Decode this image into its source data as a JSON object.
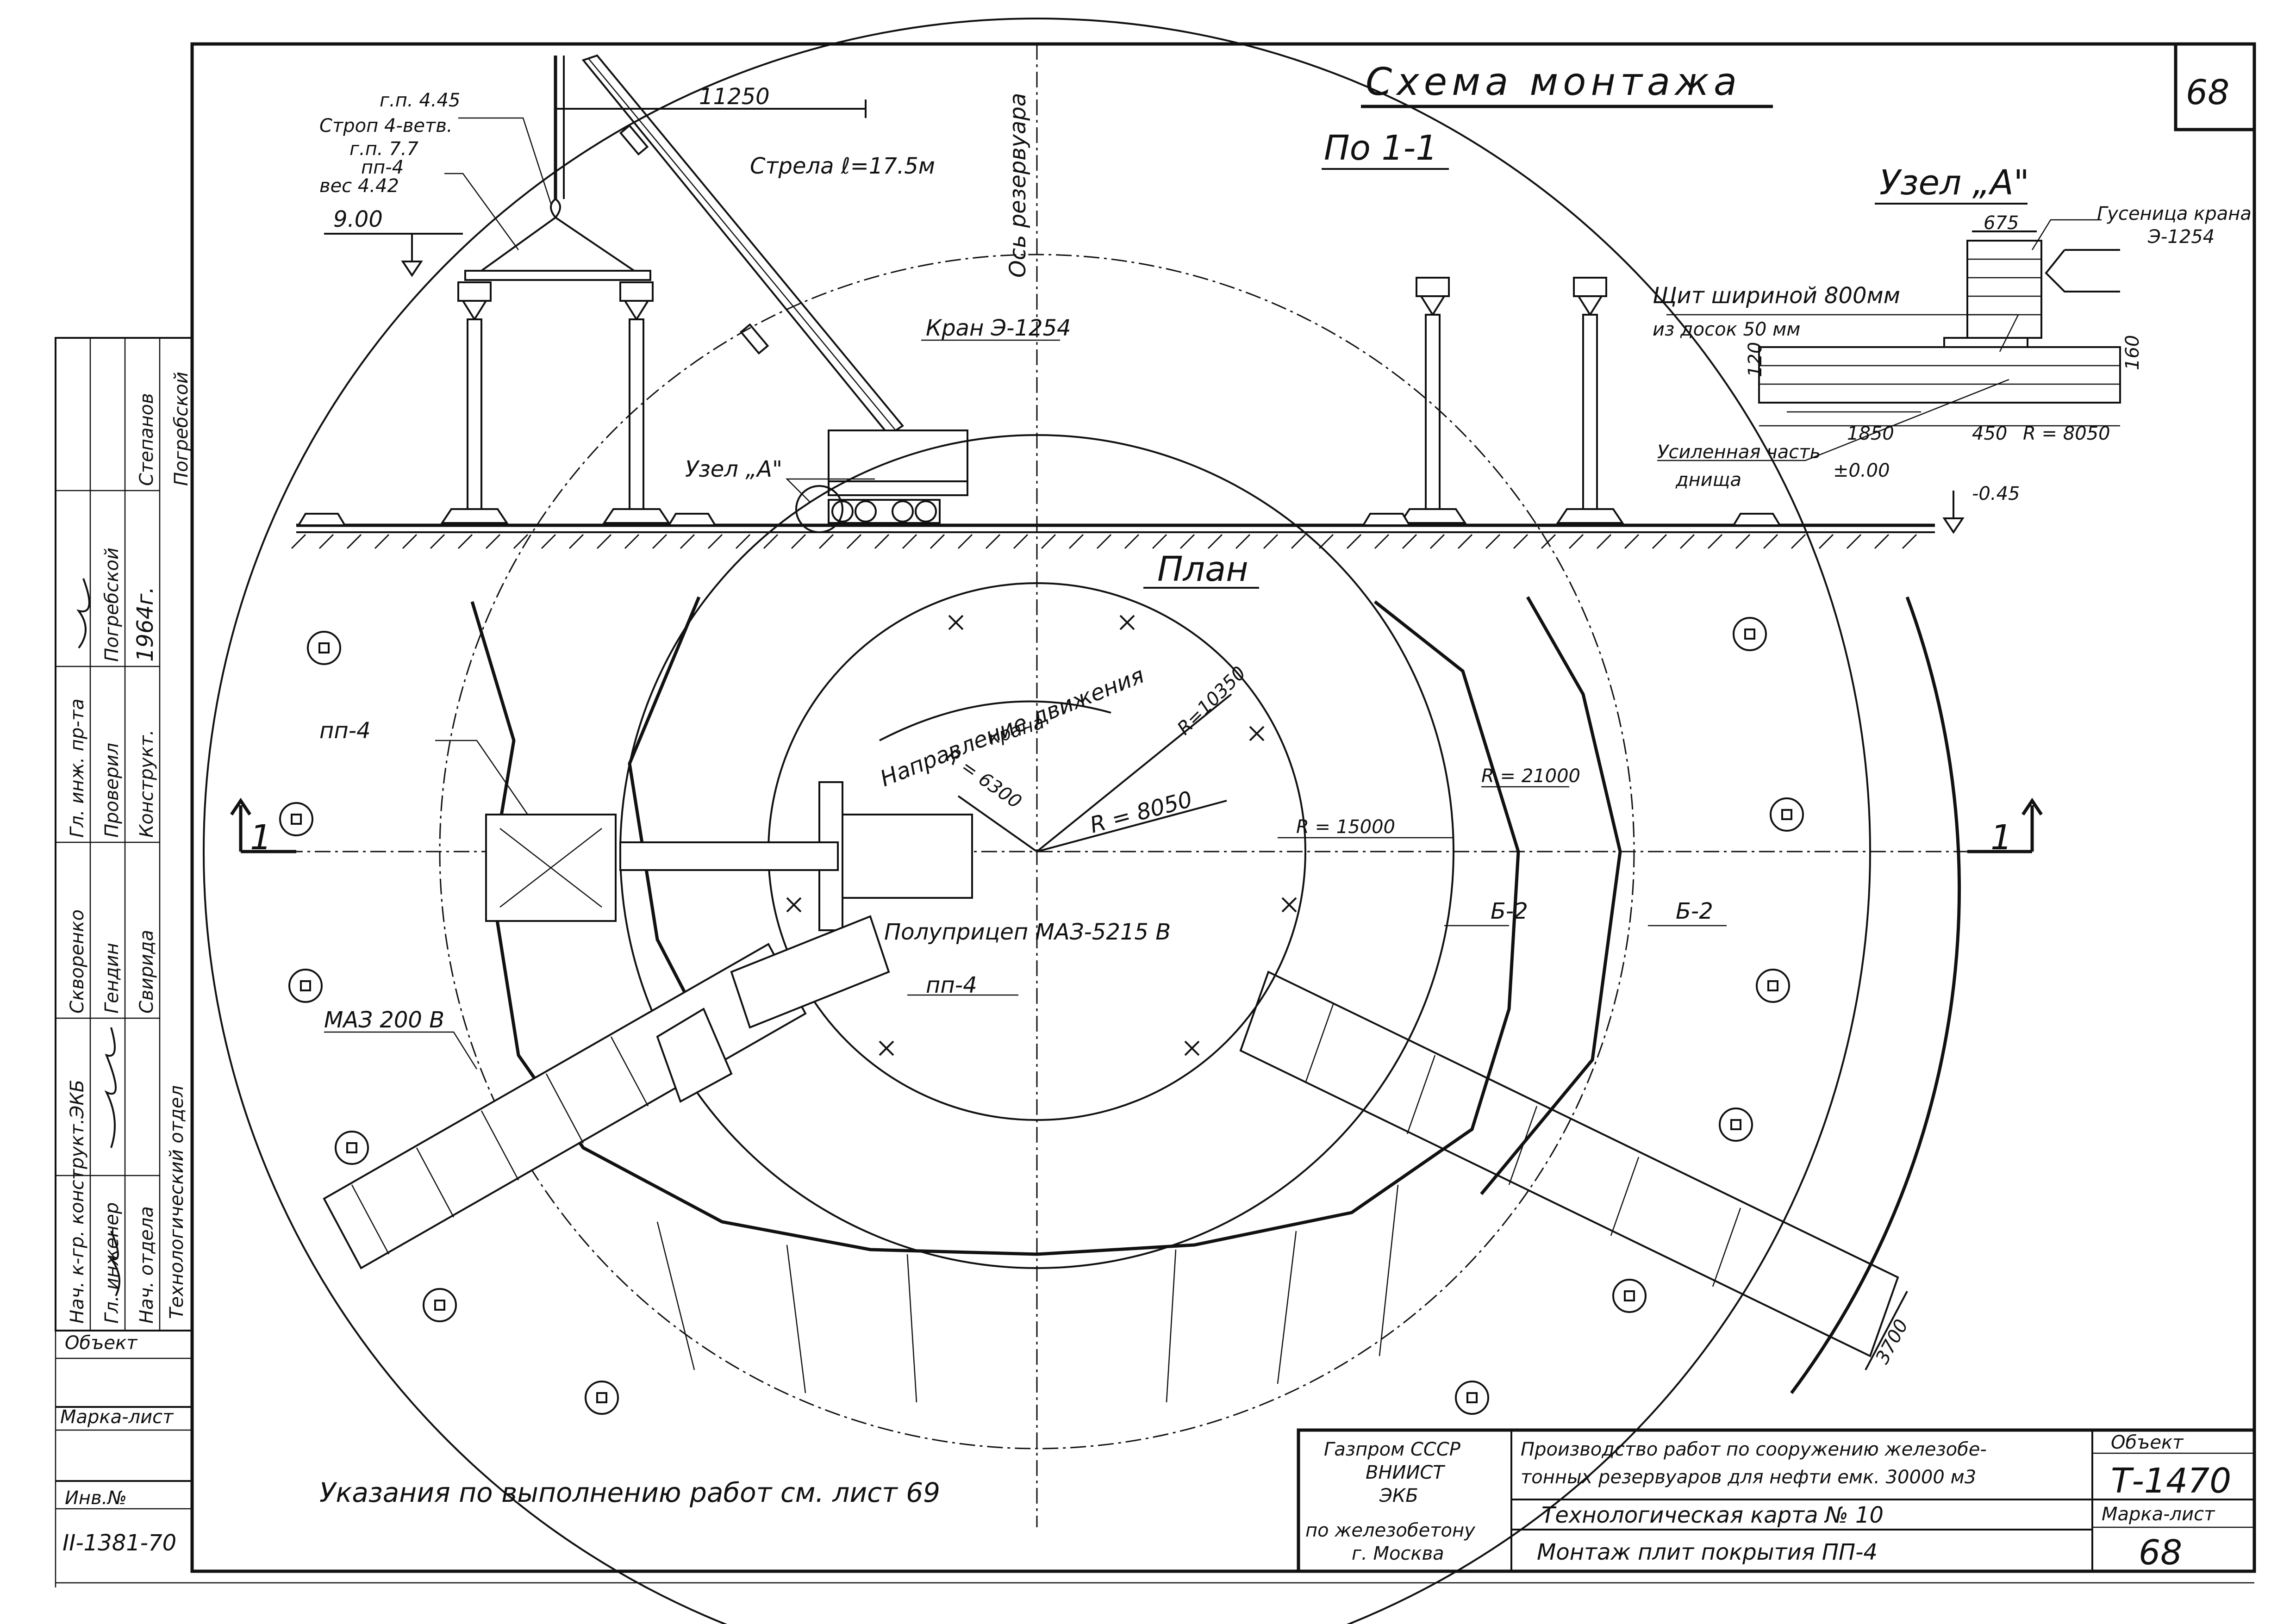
{
  "sheet": {
    "title": "Схема монтажа",
    "sheet_number": "68",
    "section_label": "По 1-1",
    "node_label": "Узел „А\"",
    "plan_label": "План",
    "note": "Указания по выполнению работ см. лист 69"
  },
  "elevation": {
    "slings_level_label": "г.п. 4.45",
    "sling_label": "Строп 4-ветв.",
    "crane_capacity_label": "г.п. 7.7",
    "panel_label": "пп-4",
    "weight_label": "вес 4.42",
    "level_900": "9.00",
    "reach_dimension": "11250",
    "boom_label": "Стрела ℓ=17.5м",
    "tank_axis_label": "Ось резервуара",
    "crane_label": "Кран Э-1254",
    "node_ref_label": "Узел „А\""
  },
  "node_a": {
    "shield_label": "Щит шириной 800мм",
    "shield_sub": "из досок 50 мм",
    "track_label": "Гусеница крана",
    "track_model": "Э-1254",
    "dim_675": "675",
    "dim_120": "120",
    "dim_160": "160",
    "dim_1850": "1850",
    "dim_450": "450",
    "radius": "R = 8050",
    "reinforced_label": "Усиленная часть",
    "reinforced_sub": "днища",
    "level_zero": "±0.00",
    "level_minus": "-0.45"
  },
  "plan": {
    "direction_label": "Направление движения",
    "direction_sub": "крана",
    "r_6300": "R = 6300",
    "r_8050": "R = 8050",
    "r_10350": "R=10350",
    "r_15000": "R = 15000",
    "r_21000": "R = 21000",
    "panel_label_1": "пп-4",
    "panel_label_2": "пп-4",
    "semitrailer_label": "Полуприцеп МАЗ-5215 В",
    "truck_label": "МАЗ 200 В",
    "beam_label_1": "Б-2",
    "beam_label_2": "Б-2",
    "section_mark_left": "1",
    "section_mark_right": "1",
    "dim_3700": "3700"
  },
  "title_block": {
    "org_line1": "Газпром СССР",
    "org_line2": "ВНИИСТ",
    "org_line3": "ЭКБ",
    "org_line4": "по железобетону",
    "org_line5": "г. Москва",
    "work_title_1": "Производство работ по сооружению железобе-",
    "work_title_2": "тонных резервуаров для нефти емк. 30000 м3",
    "card_title": "Технологическая карта № 10",
    "card_subtitle": "Монтаж плит покрытия ПП-4",
    "object_label": "Объект",
    "object_value": "Т-1470",
    "mark_sheet_label": "Марка-лист",
    "mark_sheet_value": "68"
  },
  "stamp": {
    "object_label": "Объект",
    "mark_sheet_label": "Марка-лист",
    "inv_label": "Инв.№",
    "inv_value": "II-1381-70",
    "dept": "Технологический отдел",
    "rows": [
      {
        "role": "Нач. к-гр. конструкт.ЭКБ",
        "name": "Скворенко"
      },
      {
        "role": "Гл. инженер",
        "name": "Гендин"
      },
      {
        "role": "Нач. отдела",
        "name": "Свирида"
      },
      {
        "role": "Гл. инж. пр-та",
        "name": "Степанов"
      },
      {
        "role": "Проверил",
        "name": "Погребской"
      },
      {
        "role": "Конструкт.",
        "name": "Погребской"
      }
    ],
    "year": "1964г."
  }
}
